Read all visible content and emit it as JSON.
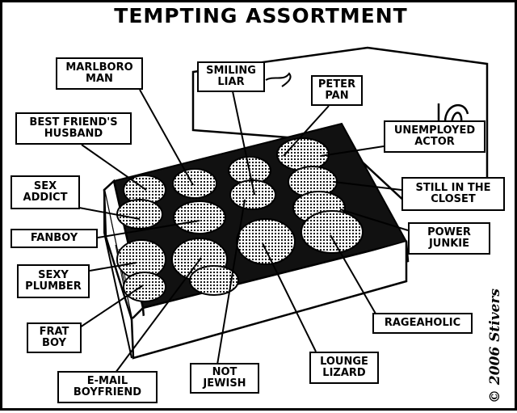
{
  "title": "TEMPTING ASSORTMENT",
  "labels": {
    "marlboro_man": "MARLBORO\nMAN",
    "smiling_liar": "SMILING\nLIAR",
    "peter_pan": "PETER\nPAN",
    "best_friends_husband": "BEST FRIEND'S\nHUSBAND",
    "unemployed_actor": "UNEMPLOYED\nACTOR",
    "sex_addict": "SEX\nADDICT",
    "still_in_the_closet": "STILL IN THE\nCLOSET",
    "fanboy": "FANBOY",
    "power_junkie": "POWER\nJUNKIE",
    "sexy_plumber": "SEXY\nPLUMBER",
    "frat_boy": "FRAT\nBOY",
    "rageaholic": "RAGEAHOLIC",
    "not_jewish": "NOT\nJEWISH",
    "lounge_lizard": "LOUNGE\nLIZARD",
    "email_boyfriend": "E-MAIL\nBOYFRIEND"
  },
  "signature": "© 2006 Stivers"
}
